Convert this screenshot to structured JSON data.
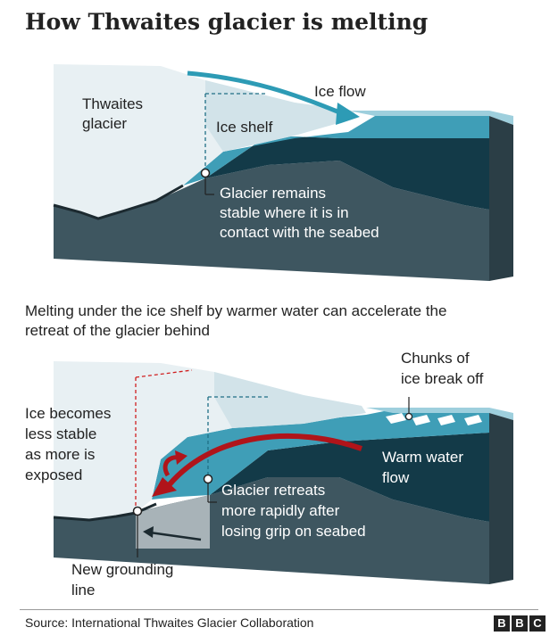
{
  "title": "How Thwaites glacier is melting",
  "panel1": {
    "glacier_label": [
      "Thwaites",
      "glacier"
    ],
    "ice_flow_label": "Ice flow",
    "ice_shelf_label": "Ice shelf",
    "stable_label": [
      "Glacier remains",
      "stable where it is in",
      "contact with the seabed"
    ]
  },
  "subtitle": [
    "Melting under the ice shelf by warmer water can accelerate the",
    "retreat of the glacier behind"
  ],
  "panel2": {
    "chunks_label": [
      "Chunks of",
      "ice break off"
    ],
    "less_stable_label": [
      "Ice becomes",
      "less stable",
      "as more is",
      "exposed"
    ],
    "warm_water_label": [
      "Warm water",
      "flow"
    ],
    "retreats_label": [
      "Glacier retreats",
      "more rapidly after",
      "losing grip on seabed"
    ],
    "grounding_label": [
      "New grounding",
      "line"
    ]
  },
  "source": "Source: International Thwaites Glacier Collaboration",
  "logo_letters": [
    "B",
    "B",
    "C"
  ],
  "colors": {
    "ice_light": "#e8f0f3",
    "ice_side": "#d2e3e9",
    "water_top": "#9ecfdd",
    "water_mid": "#3f9eb7",
    "water_deep": "#133a48",
    "rock": "#3e5660",
    "rock_dark": "#2b3e46",
    "warm_arrow": "#b0141a",
    "flow_arrow": "#2d9bb5"
  }
}
